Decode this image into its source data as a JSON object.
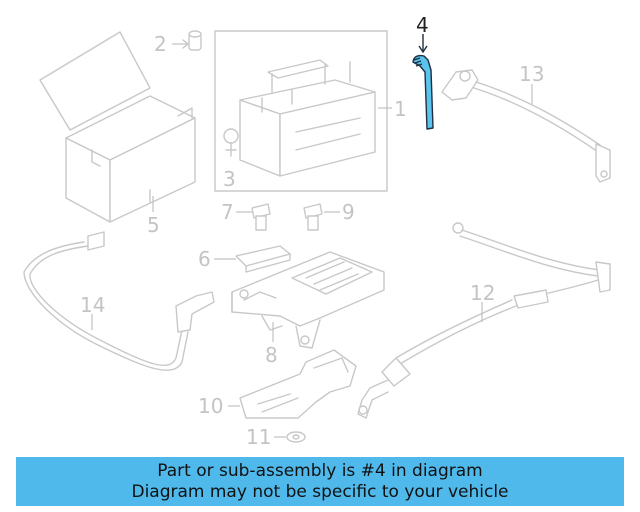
{
  "diagram": {
    "callouts": [
      "1",
      "2",
      "3",
      "4",
      "5",
      "6",
      "7",
      "8",
      "9",
      "10",
      "11",
      "12",
      "13",
      "14"
    ],
    "highlighted_part": "4",
    "highlight_color": "#5bc4ee",
    "line_color": "#c8c8c8"
  },
  "banner": {
    "line1": "Part or sub-assembly is #4 in diagram",
    "line2": "Diagram may not be specific to your vehicle",
    "background": "#4fb9ec"
  }
}
